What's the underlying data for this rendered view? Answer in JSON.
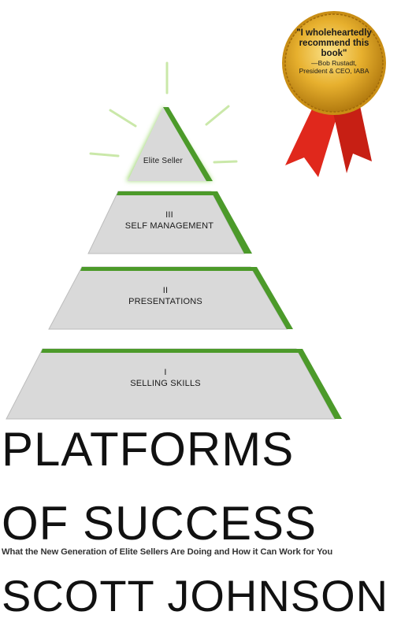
{
  "book": {
    "title_line_1": "PLATFORMS",
    "title_line_2": "OF SUCCESS",
    "subtitle": "What the New Generation of Elite Sellers Are Doing and How it Can Work for You",
    "author": "SCOTT JOHNSON"
  },
  "pyramid": {
    "tiers": [
      {
        "numeral": "",
        "label": "Elite Seller"
      },
      {
        "numeral": "III",
        "label": "SELF MANAGEMENT"
      },
      {
        "numeral": "II",
        "label": "PRESENTATIONS"
      },
      {
        "numeral": "I",
        "label": "SELLING SKILLS"
      }
    ]
  },
  "seal": {
    "quote_line_1": "\"I wholeheartedly",
    "quote_line_2": "recommend this",
    "quote_line_3": "book\"",
    "attribution_line_1": "—Bob Rustadt,",
    "attribution_line_2": "President & CEO, IABA"
  },
  "colors": {
    "tier_face": "#d9d9d9",
    "tier_edge": "#4c9a2a",
    "glow": "#b8e08a",
    "seal_gold": "#d9a21e",
    "ribbon_red": "#e0281c"
  }
}
